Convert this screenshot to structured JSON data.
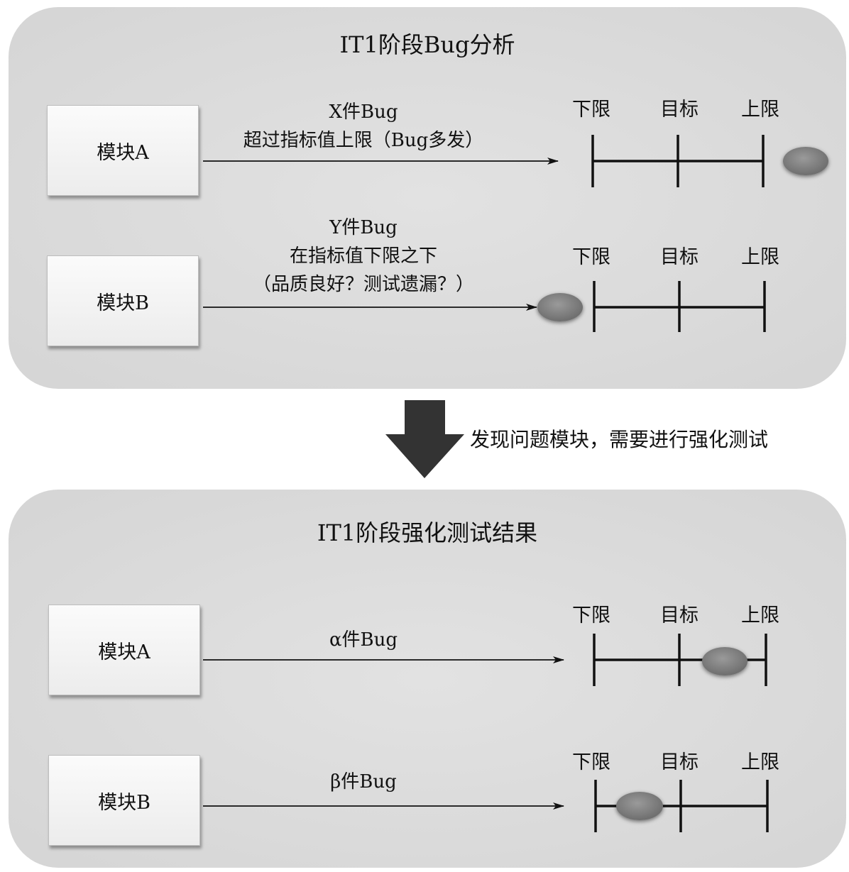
{
  "panel1": {
    "title": "IT1阶段Bug分析",
    "rows": [
      {
        "module": "模块A",
        "lines": [
          "X件Bug",
          "超过指标值上限（Bug多发）"
        ],
        "scale": {
          "lower": "下限",
          "target": "目标",
          "upper": "上限"
        },
        "position": "above upper limit"
      },
      {
        "module": "模块B",
        "lines": [
          "Y件Bug",
          "在指标值下限之下",
          "（品质良好？测试遗漏？）"
        ],
        "scale": {
          "lower": "下限",
          "target": "目标",
          "upper": "上限"
        },
        "position": "below lower limit"
      }
    ]
  },
  "transition": {
    "text": "发现问题模块，需要进行强化测试"
  },
  "panel2": {
    "title": "IT1阶段强化测试结果",
    "rows": [
      {
        "module": "模块A",
        "lines": [
          "α件Bug"
        ],
        "scale": {
          "lower": "下限",
          "target": "目标",
          "upper": "上限"
        },
        "position": "between target and upper limit"
      },
      {
        "module": "模块B",
        "lines": [
          "β件Bug"
        ],
        "scale": {
          "lower": "下限",
          "target": "目标",
          "upper": "上限"
        },
        "position": "between lower limit and target"
      }
    ]
  },
  "colors": {
    "panel": "#d8d8d8",
    "marker": "#7e7e7e",
    "arrow": "#333333",
    "line": "#111111"
  }
}
